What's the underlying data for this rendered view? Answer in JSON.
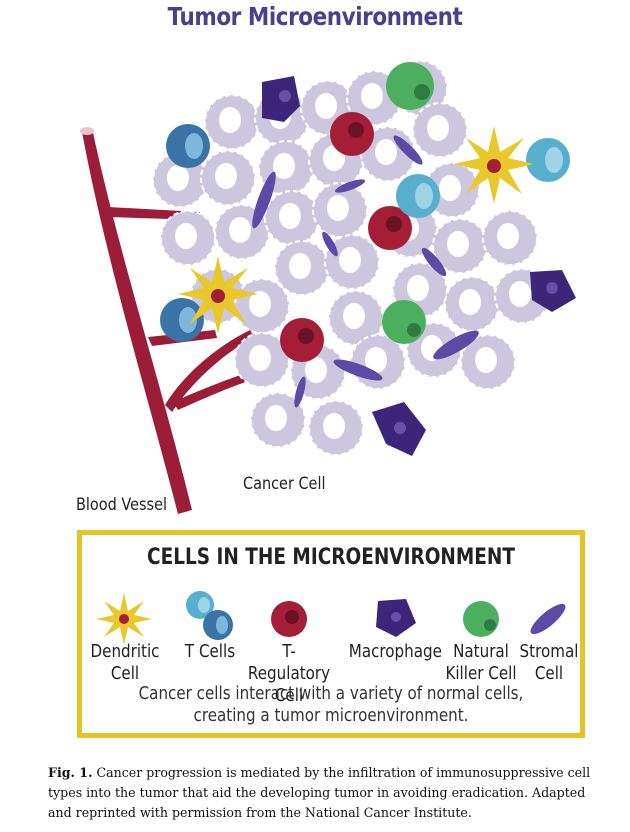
{
  "title": "Tumor Microenvironment",
  "labels": {
    "cancer_cell": "Cancer Cell",
    "blood_vessel": "Blood Vessel"
  },
  "legend": {
    "title": "CELLS IN THE MICROENVIRONMENT",
    "items": [
      {
        "line1": "Dendritic",
        "line2": "Cell",
        "icon": "dendritic-cell-icon",
        "color": "#e8c82a"
      },
      {
        "line1": "T Cells",
        "line2": "",
        "icon": "t-cells-icon",
        "color": "#3b73a4"
      },
      {
        "line1": "T-Regulatory",
        "line2": "Cell",
        "icon": "t-regulatory-cell-icon",
        "color": "#a31e36"
      },
      {
        "line1": "Macrophage",
        "line2": "",
        "icon": "macrophage-icon",
        "color": "#3d2679"
      },
      {
        "line1": "Natural",
        "line2": "Killer Cell",
        "icon": "natural-killer-cell-icon",
        "color": "#4caf5f"
      },
      {
        "line1": "Stromal",
        "line2": "Cell",
        "icon": "stromal-cell-icon",
        "color": "#5b4aa6"
      }
    ],
    "caption_line1": "Cancer cells interact with a variety of normal cells,",
    "caption_line2": "creating a tumor microenvironment."
  },
  "caption": {
    "label": "Fig. 1.",
    "text": "Cancer progression is mediated by the infiltration of immunosuppressive cell types into the tumor that aid the developing tumor in avoiding eradication. Adapted and reprinted with permission from the National Cancer Institute."
  },
  "colors": {
    "title": "#4b3d8f",
    "cancer_cell": "#c9c3dc",
    "vessel": "#9b1d3a",
    "legend_border": "#e3c326"
  }
}
